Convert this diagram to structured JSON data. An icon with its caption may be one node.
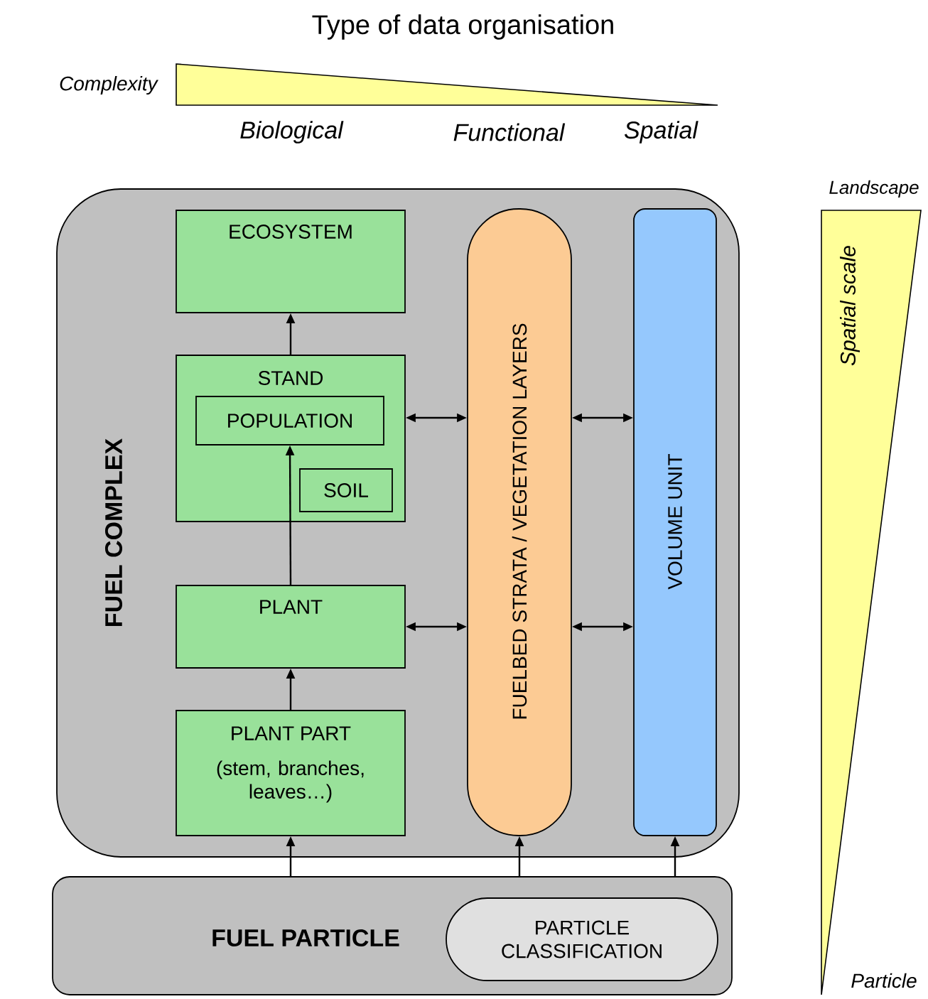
{
  "diagram": {
    "title": "Type of data organisation",
    "nodes": [
      {
        "text": [
          "FUEL COMPLEX"
        ]
      },
      {
        "text": [
          "ECOSYSTEM"
        ],
        "in": 0
      },
      {
        "text": [
          "STAND"
        ],
        "in": 0
      },
      {
        "text": [
          "POPULATION"
        ],
        "in": 2
      },
      {
        "text": [
          "SOIL"
        ],
        "in": 2
      },
      {
        "text": [
          "PLANT"
        ],
        "in": 0
      },
      {
        "text": [
          "PLANT PART",
          "(stem, branches, leaves…)"
        ],
        "in": 0
      },
      {
        "text": [
          "FUELBED STRATA / VEGETATION LAYERS"
        ],
        "in": 0
      },
      {
        "text": [
          "VOLUME UNIT"
        ],
        "in": 0
      },
      {
        "text": [
          "FUEL PARTICLE"
        ]
      },
      {
        "text": [
          "PARTICLE CLASSIFICATION"
        ],
        "in": 9
      }
    ],
    "edges": [
      {
        "from": 2,
        "to": 1,
        "arrow": "to"
      },
      {
        "from": 5,
        "to": 3,
        "arrow": "to"
      },
      {
        "from": 6,
        "to": 5,
        "arrow": "to"
      },
      {
        "from": 2,
        "to": 7,
        "arrow": "both"
      },
      {
        "from": 7,
        "to": 8,
        "arrow": "both"
      },
      {
        "from": 5,
        "to": 7,
        "arrow": "both"
      },
      {
        "from": 7,
        "to": 8,
        "arrow": "both"
      },
      {
        "from": 9,
        "to": 6,
        "arrow": "to"
      },
      {
        "from": 9,
        "to": 7,
        "arrow": "to"
      },
      {
        "from": 9,
        "to": 8,
        "arrow": "to"
      }
    ],
    "labels": [
      "Complexity",
      "Biological",
      "Functional",
      "Spatial",
      "Landscape",
      "Spatial scale",
      "Particle"
    ]
  }
}
